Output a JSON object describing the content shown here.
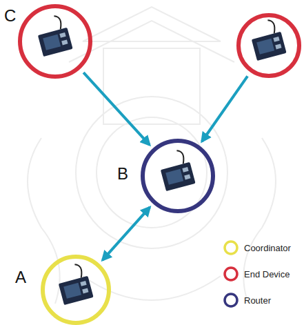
{
  "diagram": {
    "nodes": [
      {
        "text": [
          "C"
        ]
      },
      {
        "text": []
      },
      {
        "text": [
          "B"
        ]
      },
      {
        "text": [
          "A"
        ]
      }
    ],
    "edges": [
      {
        "from": 0,
        "to": 2,
        "arrow": "to"
      },
      {
        "from": 1,
        "to": 2,
        "arrow": "to"
      },
      {
        "from": 3,
        "to": 2,
        "arrow": "both"
      }
    ],
    "legend": [
      {
        "text": "Coordinator",
        "color": "#e8e04a"
      },
      {
        "text": "End Device",
        "color": "#d7303e"
      },
      {
        "text": "Router",
        "color": "#36367e"
      }
    ]
  }
}
